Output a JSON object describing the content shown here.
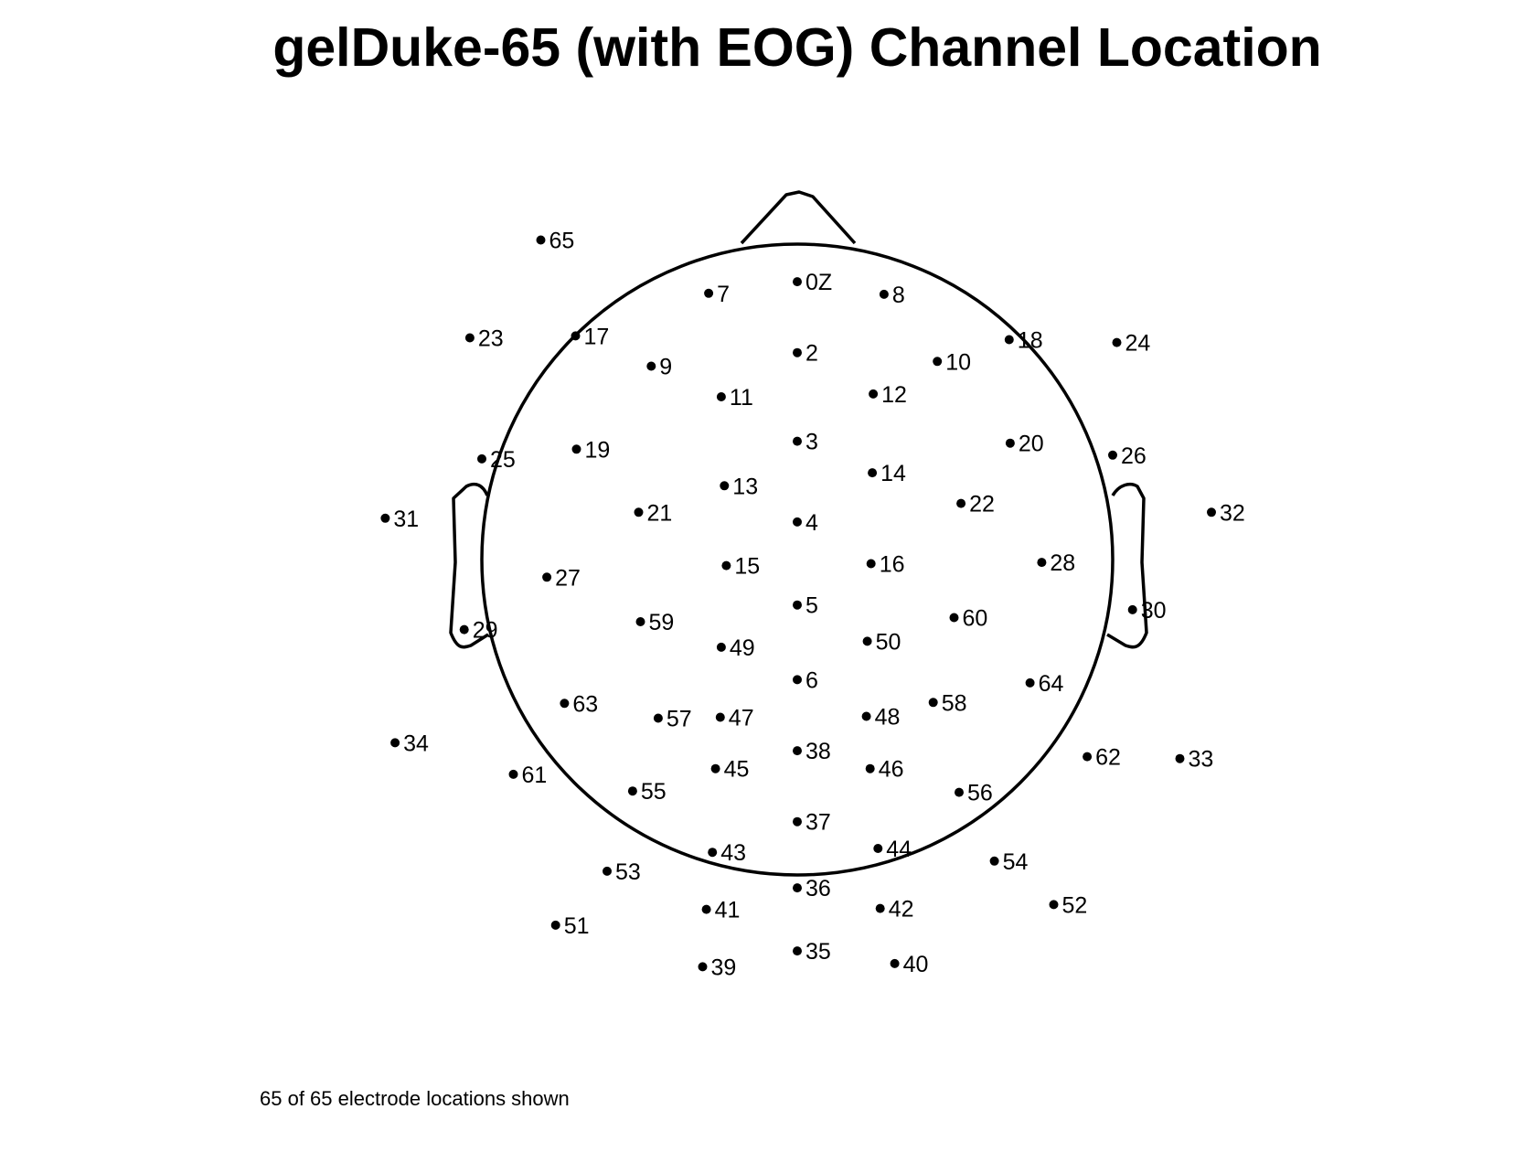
{
  "title": "gelDuke-65 (with EOG) Channel Location",
  "footer": "65 of 65 electrode locations shown",
  "colors": {
    "ink": "#000000",
    "background": "#ffffff"
  },
  "chart_data": {
    "type": "scatter",
    "title": "gelDuke-65 (with EOG) Channel Location",
    "xlim": [
      -1,
      1
    ],
    "ylim": [
      -1,
      1
    ],
    "grid": false,
    "points": [
      {
        "label": "0Z",
        "x": 0.0,
        "y": 0.881
      },
      {
        "label": "2",
        "x": 0.0,
        "y": 0.656
      },
      {
        "label": "3",
        "x": 0.0,
        "y": 0.375
      },
      {
        "label": "4",
        "x": 0.0,
        "y": 0.119
      },
      {
        "label": "5",
        "x": 0.0,
        "y": -0.144
      },
      {
        "label": "6",
        "x": 0.0,
        "y": -0.381
      },
      {
        "label": "7",
        "x": -0.281,
        "y": 0.844
      },
      {
        "label": "8",
        "x": 0.275,
        "y": 0.841
      },
      {
        "label": "9",
        "x": -0.463,
        "y": 0.613
      },
      {
        "label": "10",
        "x": 0.444,
        "y": 0.628
      },
      {
        "label": "11",
        "x": -0.241,
        "y": 0.516
      },
      {
        "label": "12",
        "x": 0.241,
        "y": 0.525
      },
      {
        "label": "13",
        "x": -0.231,
        "y": 0.234
      },
      {
        "label": "14",
        "x": 0.238,
        "y": 0.275
      },
      {
        "label": "15",
        "x": -0.225,
        "y": -0.019
      },
      {
        "label": "16",
        "x": 0.234,
        "y": -0.013
      },
      {
        "label": "17",
        "x": -0.703,
        "y": 0.709
      },
      {
        "label": "18",
        "x": 0.672,
        "y": 0.697
      },
      {
        "label": "19",
        "x": -0.7,
        "y": 0.35
      },
      {
        "label": "20",
        "x": 0.675,
        "y": 0.369
      },
      {
        "label": "21",
        "x": -0.503,
        "y": 0.15
      },
      {
        "label": "22",
        "x": 0.519,
        "y": 0.178
      },
      {
        "label": "23",
        "x": -1.038,
        "y": 0.703
      },
      {
        "label": "24",
        "x": 1.013,
        "y": 0.688
      },
      {
        "label": "25",
        "x": -1.0,
        "y": 0.319
      },
      {
        "label": "26",
        "x": 1.0,
        "y": 0.331
      },
      {
        "label": "27",
        "x": -0.794,
        "y": -0.056
      },
      {
        "label": "28",
        "x": 0.775,
        "y": -0.009
      },
      {
        "label": "29",
        "x": -1.056,
        "y": -0.222
      },
      {
        "label": "30",
        "x": 1.063,
        "y": -0.159
      },
      {
        "label": "31",
        "x": -1.306,
        "y": 0.131
      },
      {
        "label": "32",
        "x": 1.313,
        "y": 0.15
      },
      {
        "label": "33",
        "x": 1.213,
        "y": -0.631
      },
      {
        "label": "34",
        "x": -1.275,
        "y": -0.581
      },
      {
        "label": "35",
        "x": 0.0,
        "y": -1.241
      },
      {
        "label": "36",
        "x": 0.0,
        "y": -1.041
      },
      {
        "label": "37",
        "x": 0.0,
        "y": -0.831
      },
      {
        "label": "38",
        "x": 0.0,
        "y": -0.606
      },
      {
        "label": "39",
        "x": -0.3,
        "y": -1.291
      },
      {
        "label": "40",
        "x": 0.309,
        "y": -1.281
      },
      {
        "label": "41",
        "x": -0.288,
        "y": -1.109
      },
      {
        "label": "42",
        "x": 0.263,
        "y": -1.106
      },
      {
        "label": "43",
        "x": -0.269,
        "y": -0.928
      },
      {
        "label": "44",
        "x": 0.256,
        "y": -0.916
      },
      {
        "label": "45",
        "x": -0.259,
        "y": -0.663
      },
      {
        "label": "46",
        "x": 0.231,
        "y": -0.663
      },
      {
        "label": "47",
        "x": -0.244,
        "y": -0.5
      },
      {
        "label": "48",
        "x": 0.219,
        "y": -0.497
      },
      {
        "label": "49",
        "x": -0.241,
        "y": -0.278
      },
      {
        "label": "50",
        "x": 0.222,
        "y": -0.259
      },
      {
        "label": "51",
        "x": -0.766,
        "y": -1.159
      },
      {
        "label": "52",
        "x": 0.813,
        "y": -1.094
      },
      {
        "label": "53",
        "x": -0.603,
        "y": -0.988
      },
      {
        "label": "54",
        "x": 0.625,
        "y": -0.956
      },
      {
        "label": "55",
        "x": -0.522,
        "y": -0.734
      },
      {
        "label": "56",
        "x": 0.513,
        "y": -0.738
      },
      {
        "label": "57",
        "x": -0.441,
        "y": -0.503
      },
      {
        "label": "58",
        "x": 0.431,
        "y": -0.453
      },
      {
        "label": "59",
        "x": -0.497,
        "y": -0.197
      },
      {
        "label": "60",
        "x": 0.497,
        "y": -0.184
      },
      {
        "label": "61",
        "x": -0.9,
        "y": -0.681
      },
      {
        "label": "62",
        "x": 0.919,
        "y": -0.625
      },
      {
        "label": "63",
        "x": -0.738,
        "y": -0.456
      },
      {
        "label": "64",
        "x": 0.738,
        "y": -0.391
      },
      {
        "label": "65",
        "x": -0.813,
        "y": 1.013
      }
    ]
  }
}
